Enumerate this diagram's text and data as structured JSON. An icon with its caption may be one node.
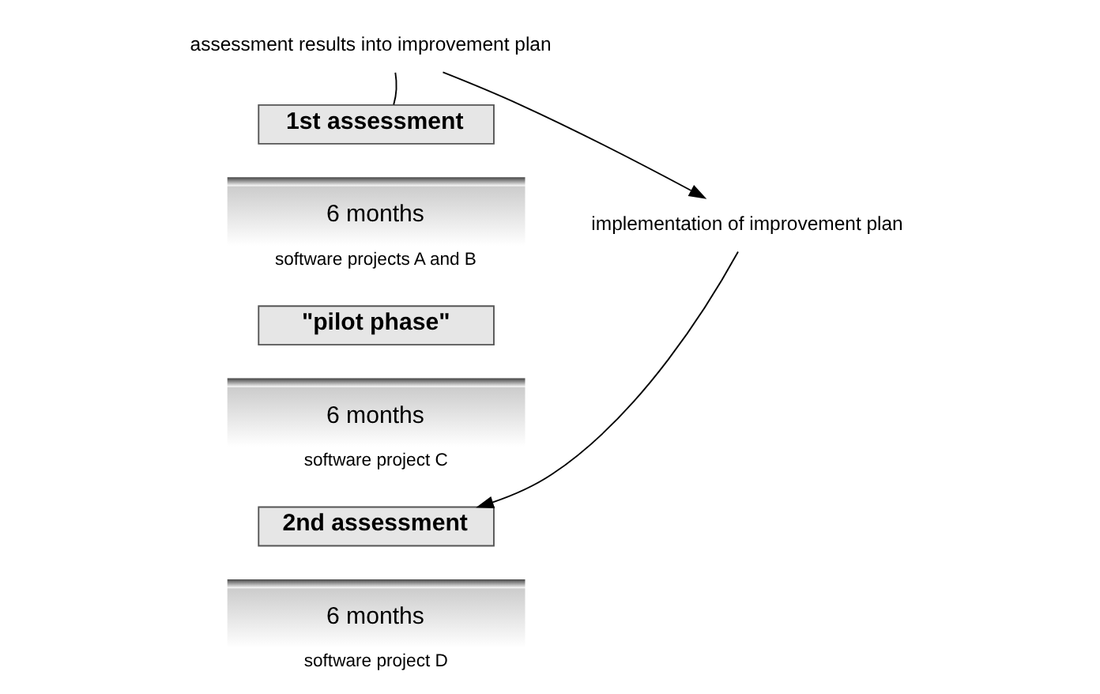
{
  "diagram": {
    "nodes": [
      {
        "text": [
          "1st assessment"
        ]
      },
      {
        "text": [
          "6 months"
        ],
        "beside": [
          "software projects A and B"
        ]
      },
      {
        "text": [
          "\"pilot phase\""
        ]
      },
      {
        "text": [
          "6 months"
        ],
        "beside": [
          "software project C"
        ]
      },
      {
        "text": [
          "2nd assessment"
        ]
      },
      {
        "text": [
          "6 months"
        ],
        "beside": [
          "software project D"
        ]
      },
      {
        "text": [
          "assessment results into improvement plan"
        ]
      },
      {
        "text": [
          "implementation of improvement plan"
        ]
      }
    ],
    "edges": [
      {
        "from": 0,
        "to": 6,
        "arrow": "none"
      },
      {
        "from": 6,
        "to": 7,
        "arrow": "to"
      },
      {
        "from": 7,
        "to": 4,
        "arrow": "to"
      }
    ]
  }
}
